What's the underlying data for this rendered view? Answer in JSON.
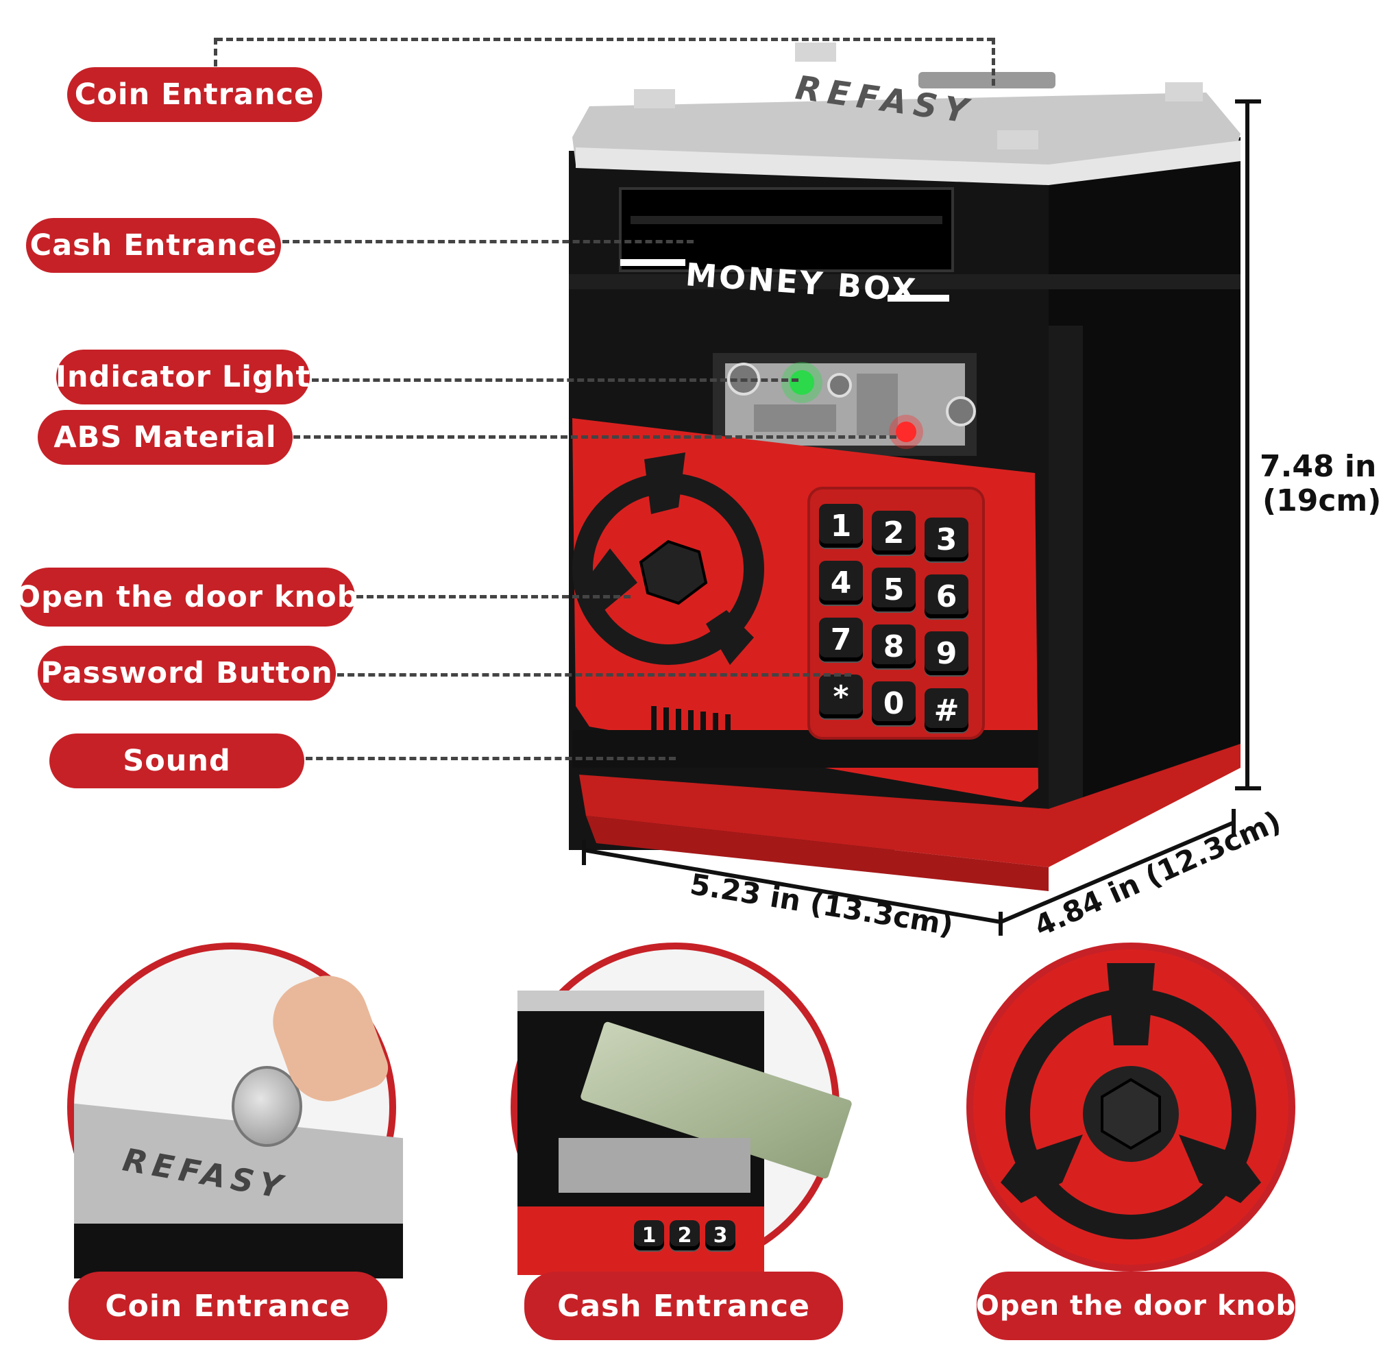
{
  "brand": "REFASY",
  "product_label": "MONEY BOX",
  "callouts": {
    "coin_entrance": "Coin Entrance",
    "cash_entrance": "Cash Entrance",
    "indicator_light": "Indicator Light",
    "abs_material": "ABS Material",
    "door_knob": "Open the door knob",
    "password_button": "Password Button",
    "sound": "Sound"
  },
  "dimensions": {
    "height_in": "7.48 in",
    "height_cm": "(19cm)",
    "width": "5.23 in (13.3cm)",
    "depth": "4.84 in (12.3cm)"
  },
  "keypad": [
    "1",
    "2",
    "3",
    "4",
    "5",
    "6",
    "7",
    "8",
    "9",
    "*",
    "0",
    "#"
  ],
  "mini_keypad": [
    "1",
    "2",
    "3"
  ],
  "bottom_labels": {
    "coin": "Coin Entrance",
    "cash": "Cash Entrance",
    "knob": "Open the door knob"
  },
  "colors": {
    "accent": "#c62127",
    "body": "#111111",
    "lid": "#c9c9c9"
  }
}
